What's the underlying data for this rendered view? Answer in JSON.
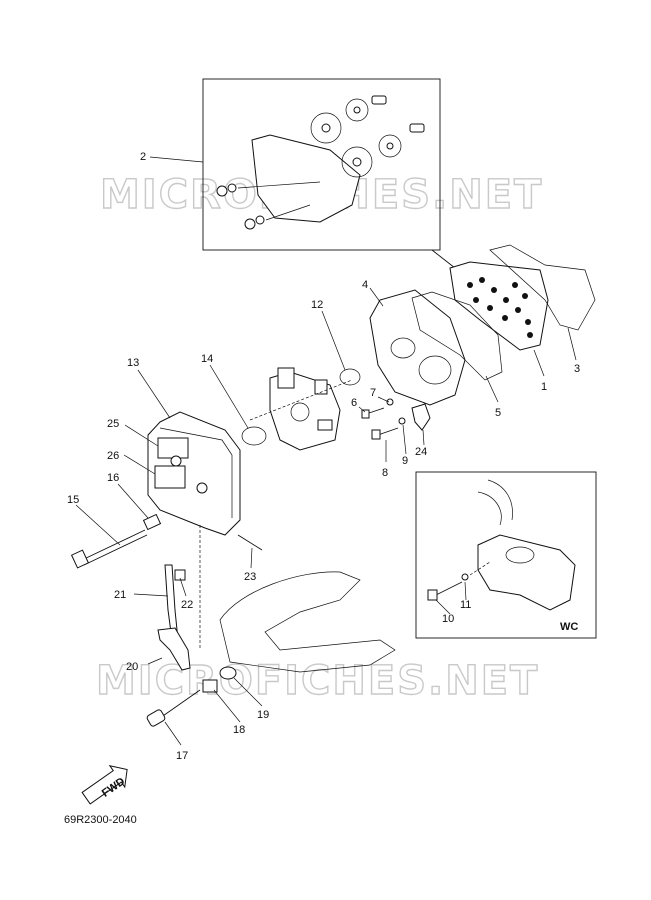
{
  "watermark": "MICROFICHES.NET",
  "inset_label": "WC",
  "fwd_label": "FWD",
  "drawing_number": "69R2300-2040",
  "callouts": {
    "c1": "1",
    "c2": "2",
    "c3": "3",
    "c4": "4",
    "c5": "5",
    "c6": "6",
    "c7": "7",
    "c8": "8",
    "c9": "9",
    "c10": "10",
    "c11": "11",
    "c12": "12",
    "c13": "13",
    "c14": "14",
    "c15": "15",
    "c16": "16",
    "c17": "17",
    "c18": "18",
    "c19": "19",
    "c20": "20",
    "c21": "21",
    "c22": "22",
    "c23": "23",
    "c24": "24",
    "c25": "25",
    "c26": "26"
  }
}
